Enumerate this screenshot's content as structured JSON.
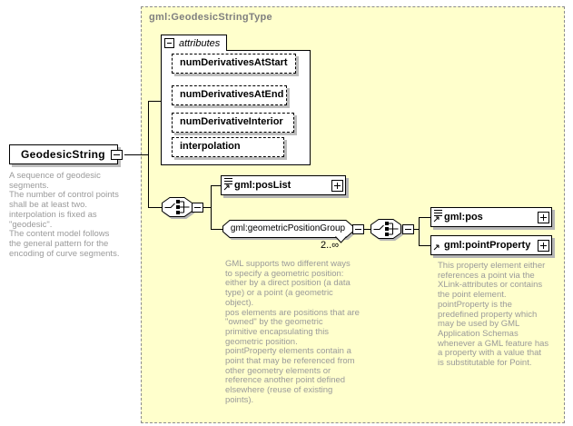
{
  "title": "gml:GeodesicStringType",
  "root": {
    "name": "GeodesicString",
    "annotation": "A sequence of geodesic\nsegments.\nThe number of control points\nshall be at least two.\ninterpolation is fixed as\n\"geodesic\".\nThe content model follows\nthe general pattern for the\nencoding of curve segments."
  },
  "attributes": {
    "label": "attributes",
    "items": [
      "numDerivativesAtStart",
      "numDerivativesAtEnd",
      "numDerivativeInterior",
      "interpolation"
    ]
  },
  "elements": {
    "posList": "gml:posList",
    "geometricPositionGroup": "gml:geometricPositionGroup",
    "pos": "gml:pos",
    "pointProperty": "gml:pointProperty"
  },
  "occurrence": "2..∞",
  "annotations": {
    "geometricPositionGroup": "GML supports two different ways\nto specify a geometric position:\neither by a direct position (a data\ntype) or a point (a geometric\nobject).\npos elements are positions that are\n\"owned\" by the geometric\nprimitive encapsulating this\ngeometric position.\npointProperty elements contain a\npoint that may be referenced from\nother geometry elements or\nreference another point defined\nelsewhere (reuse of existing\npoints).",
    "pointProperty": "This property element either\nreferences a point via the\nXLink-attributes or contains\nthe point element.\npointProperty is the\npredefined property which\nmay be used by GML\nApplication Schemas\nwhenever a GML feature has\na property with a value that\nis substitutable for Point."
  },
  "colors": {
    "container_fill": "#ffffcc",
    "container_border": "#8c8c8c",
    "box_border": "#000000",
    "shadow": "#b5b5b5",
    "annotation_text": "#9a9a9a",
    "title_text": "#7f7f7f"
  }
}
